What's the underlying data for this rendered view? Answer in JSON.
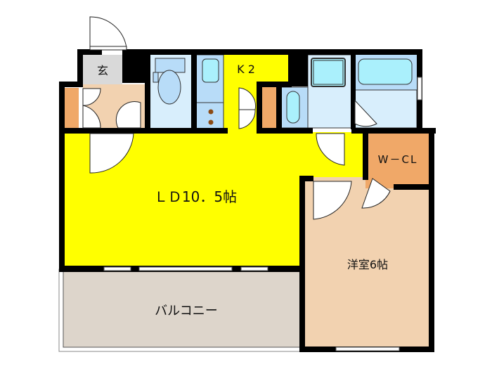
{
  "floorplan": {
    "rooms": [
      {
        "id": "entrance",
        "label": "玄",
        "color": "#d9d9d9"
      },
      {
        "id": "hall",
        "label": "",
        "color": "#f2d2b0"
      },
      {
        "id": "toilet",
        "label": "",
        "color": "#d8eefc"
      },
      {
        "id": "washroom",
        "label": "",
        "color": "#d8eefc"
      },
      {
        "id": "kitchen",
        "label": "K 2",
        "color": "#ffff00"
      },
      {
        "id": "bath",
        "label": "",
        "color": "#d8eefc"
      },
      {
        "id": "ld",
        "label": "ＬＤ10．5帖",
        "color": "#ffff00"
      },
      {
        "id": "walk-in-closet",
        "label": "W－CL",
        "color": "#f0a868"
      },
      {
        "id": "western-room",
        "label": "洋室6帖",
        "color": "#f2d2b0"
      },
      {
        "id": "balcony",
        "label": "バルコニー",
        "color": "#ddd5cb"
      }
    ],
    "colors": {
      "wall": "#000000",
      "fixture_blue": "#b8dcf8",
      "fixture_cyan": "#aaf0fc",
      "storage_orange": "#f0a868",
      "burner": "#8b4a14"
    }
  }
}
